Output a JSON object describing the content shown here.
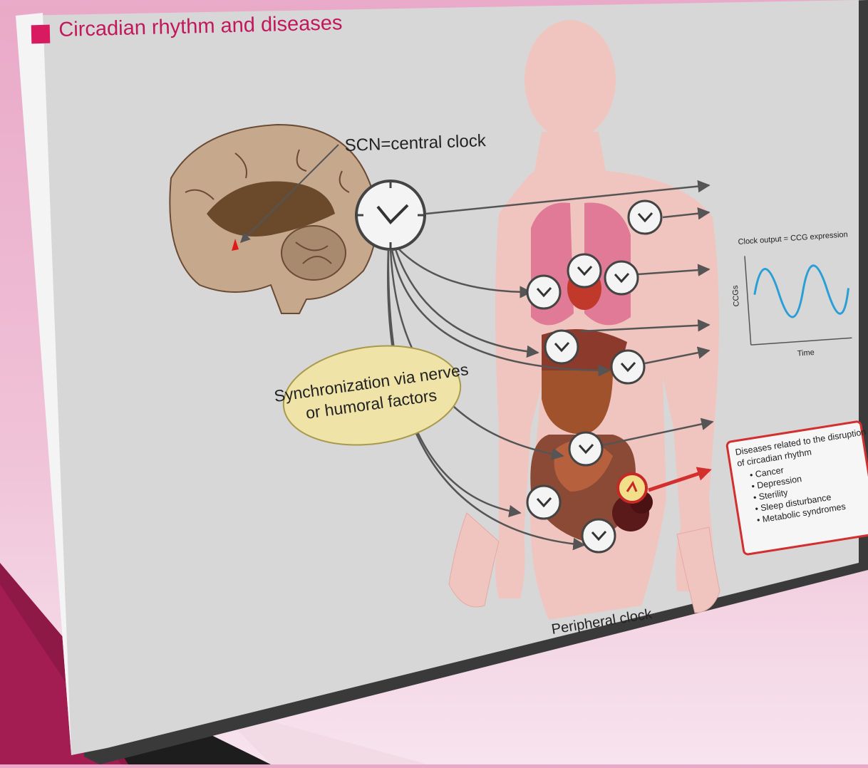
{
  "title": "Circadian rhythm and diseases",
  "scn_label": "SCN=central clock",
  "sync_label": {
    "line1": "Synchronization via nerves",
    "line2": "or humoral factors"
  },
  "peripheral_label": "Peripheral clock",
  "graph": {
    "title": "Clock output = CCG expression",
    "ylabel": "CCGs",
    "xlabel": "Time"
  },
  "disease_box": {
    "heading_line1": "Diseases related to the disruption",
    "heading_line2": "of circadian rhythm",
    "items": [
      "Cancer",
      "Depression",
      "Sterility",
      "Sleep disturbance",
      "Metabolic syndromes"
    ]
  },
  "colors": {
    "title": "#c2185b",
    "disease_border": "#d32f2f",
    "sine_wave": "#2a9fd6",
    "sync_ellipse": "#efe3a8"
  }
}
